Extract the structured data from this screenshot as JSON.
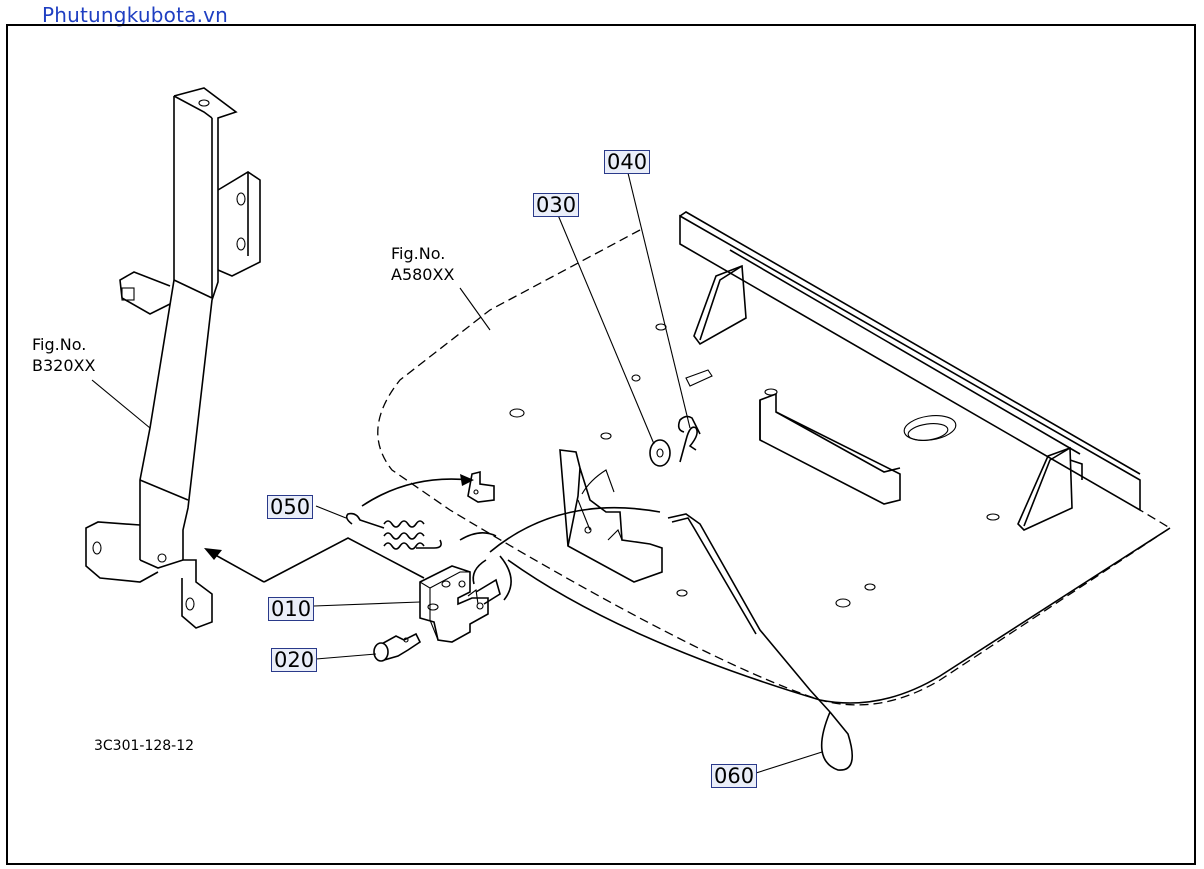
{
  "watermark": "Phutungkubota.vn",
  "figure_code": "3C301-128-12",
  "fig_refs": [
    {
      "line1": "Fig.No.",
      "line2": "B320XX"
    },
    {
      "line1": "Fig.No.",
      "line2": "A580XX"
    }
  ],
  "callouts": {
    "p010": "010",
    "p020": "020",
    "p030": "030",
    "p040": "040",
    "p050": "050",
    "p060": "060"
  }
}
